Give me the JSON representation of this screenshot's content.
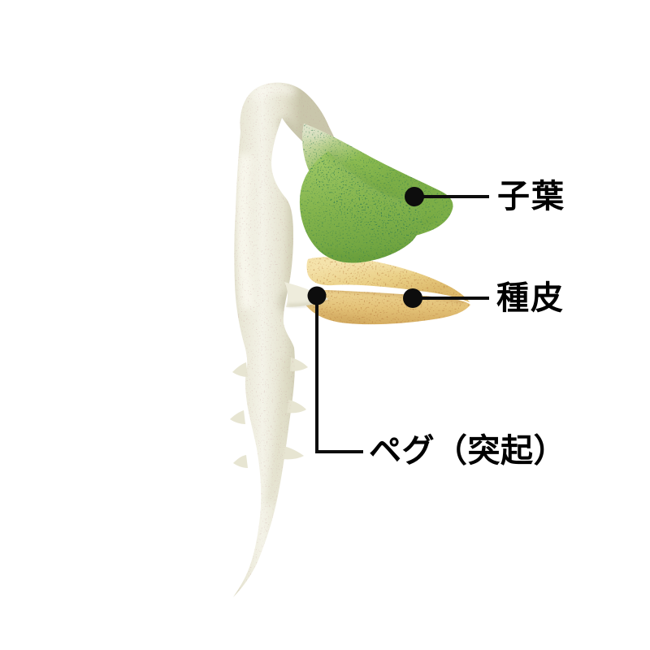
{
  "page": {
    "background": "#ffffff"
  },
  "diagram": {
    "type": "labeled-illustration",
    "labels": {
      "cotyledon": "子葉",
      "seed_coat": "種皮",
      "peg": "ペグ（突起）"
    }
  },
  "colors": {
    "background": "#ffffff",
    "label_text": "#000000",
    "pointer": "#0d0d0d",
    "cotyledon_green": "#8cbb52",
    "cotyledon_green_dark": "#6aa03d",
    "cotyledon_green_pale": "#e7e9d6",
    "cotyledon_speckle": "#2e7a4e",
    "seed_coat_tan": "#ead087",
    "seed_coat_tan_dark": "#d2a85c",
    "seed_coat_speckle": "#b5793f",
    "stem_cream": "#f4f3e8",
    "stem_shadow": "#cfccb2"
  }
}
